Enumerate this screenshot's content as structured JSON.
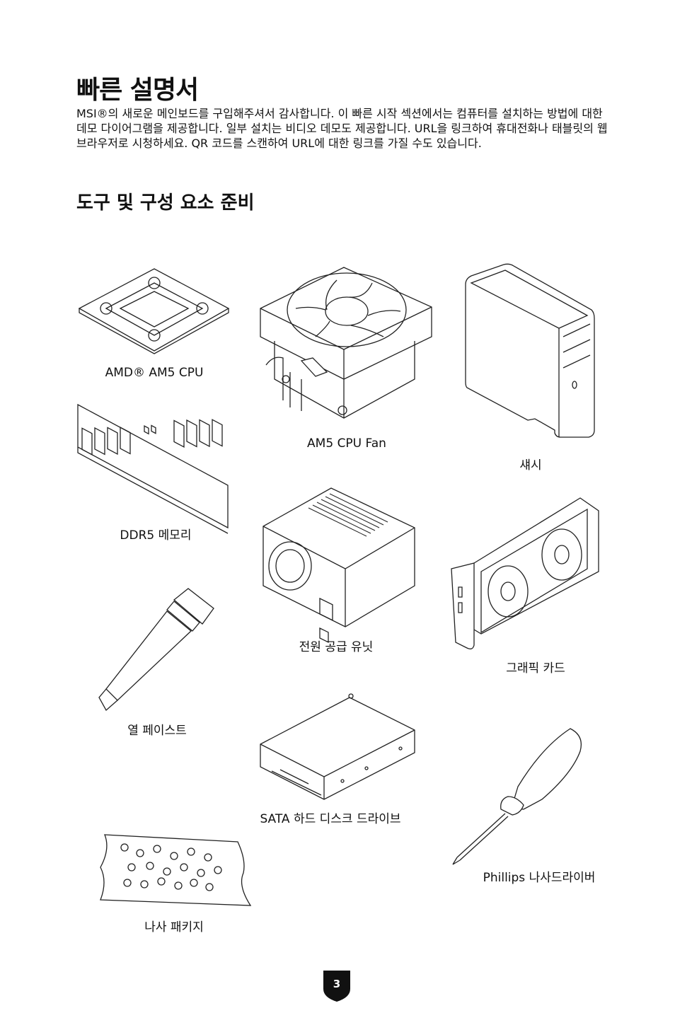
{
  "page": {
    "title": "빠른 설명서",
    "intro": "MSI®의 새로운 메인보드를 구입해주셔서 감사합니다. 이 빠른 시작 섹션에서는 컴퓨터를 설치하는 방법에 대한 데모 다이어그램을 제공합니다. 일부 설치는 비디오 데모도 제공합니다. URL을 링크하여 휴대전화나 태블릿의 웹 브라우저로 시청하세요. QR 코드를 스캔하여 URL에 대한 링크를 가질 수도 있습니다.",
    "section_title": "도구 및 구성 요소 준비",
    "page_number": "3"
  },
  "components": {
    "cpu": "AMD® AM5 CPU",
    "cpu_fan": "AM5 CPU Fan",
    "chassis": "섀시",
    "ddr5": "DDR5 메모리",
    "psu": "전원 공급 유닛",
    "graphics_card": "그래픽 카드",
    "thermal_paste": "열 페이스트",
    "sata_hdd": "SATA 하드 디스크 드라이브",
    "screwdriver": "Phillips 나사드라이버",
    "screw_package": "나사 패키지"
  }
}
